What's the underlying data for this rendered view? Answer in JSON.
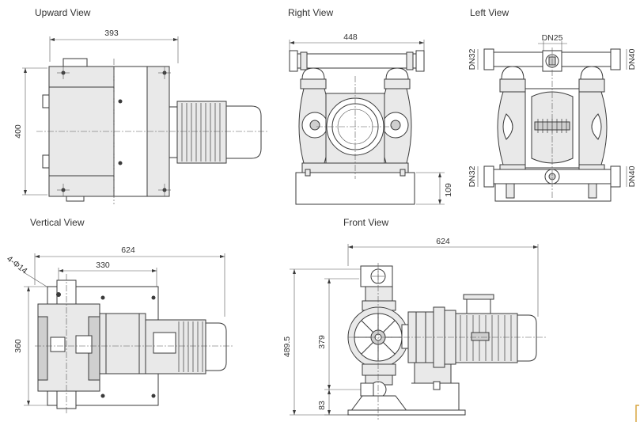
{
  "views": {
    "upward": {
      "title": "Upward View",
      "width": "393",
      "height": "400"
    },
    "right": {
      "title": "Right View",
      "width": "448",
      "base_height": "109"
    },
    "left": {
      "title": "Left View",
      "port_top": "DN25",
      "port_left_top": "DN32",
      "port_right_top": "DN40",
      "port_left_bottom": "DN32",
      "port_right_bottom": "DN40"
    },
    "vertical": {
      "title": "Vertical View",
      "width": "624",
      "hole_spacing": "330",
      "height": "360",
      "holes": "4-Φ14"
    },
    "front": {
      "title": "Front View",
      "width": "624",
      "total_height": "489.5",
      "inlet_height": "379",
      "base_height": "83"
    }
  },
  "colors": {
    "line": "#3a3a3a",
    "fill_light": "#e9e9e9",
    "fill_dark": "#cfcfcf",
    "accent": "#d9a540"
  }
}
